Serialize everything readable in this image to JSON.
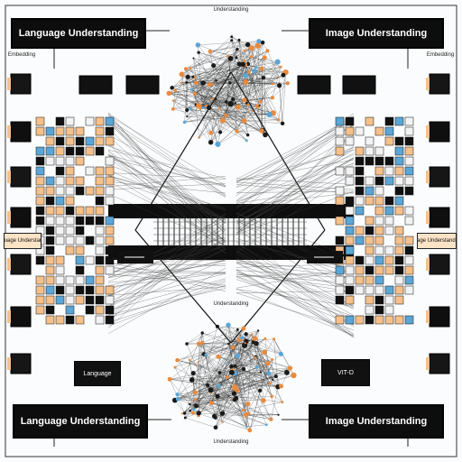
{
  "top_left_title": "Language Understanding",
  "top_right_title": "Image Understanding",
  "bottom_left_title": "Language Understanding",
  "bottom_right_title": "Image Understanding",
  "top_cluster_label": "Understanding",
  "mid_cluster_label": "Understanding",
  "bottom_cluster_label": "Understanding",
  "left_side_label": "Embedding",
  "right_side_label": "Embedding",
  "left_mid_tag": "Language Understanding",
  "right_mid_tag": "Image Understanding",
  "bottom_left_box": "Language",
  "bottom_right_box": "VIT-D",
  "colors": {
    "background": "#fbfcfd",
    "title_bg": "#0d0d0d",
    "node_orange": "#e98a3c",
    "node_blue": "#5aa6d6",
    "tag_bg": "#fbe3c6"
  }
}
